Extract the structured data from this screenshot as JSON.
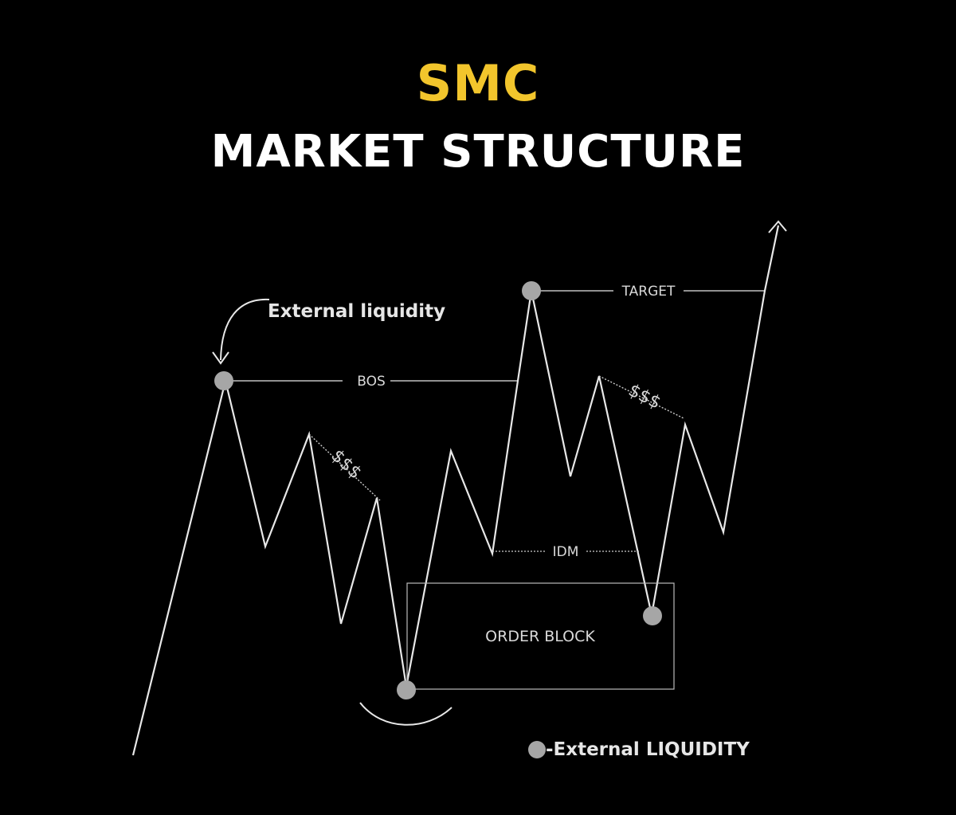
{
  "colors": {
    "background": "#000000",
    "title_accent": "#F2C52C",
    "title_main": "#FFFFFF",
    "line": "#E8E8E8",
    "liquidity_dot": "#A6A6A6"
  },
  "title": {
    "line1": "SMC",
    "line2": "MARKET STRUCTURE"
  },
  "labels": {
    "external_liquidity": "External liquidity",
    "bos": "BOS",
    "target": "TARGET",
    "dollars_1": "$$$",
    "dollars_2": "$$$",
    "idm": "IDM",
    "order_block": "ORDER BLOCK"
  },
  "legend": {
    "text": "-External LIQUIDITY"
  },
  "icons": {
    "curved_arrow": "curved-arrow-down-icon",
    "up_arrow": "arrow-up-icon",
    "liquidity_dot": "liquidity-dot-icon"
  }
}
